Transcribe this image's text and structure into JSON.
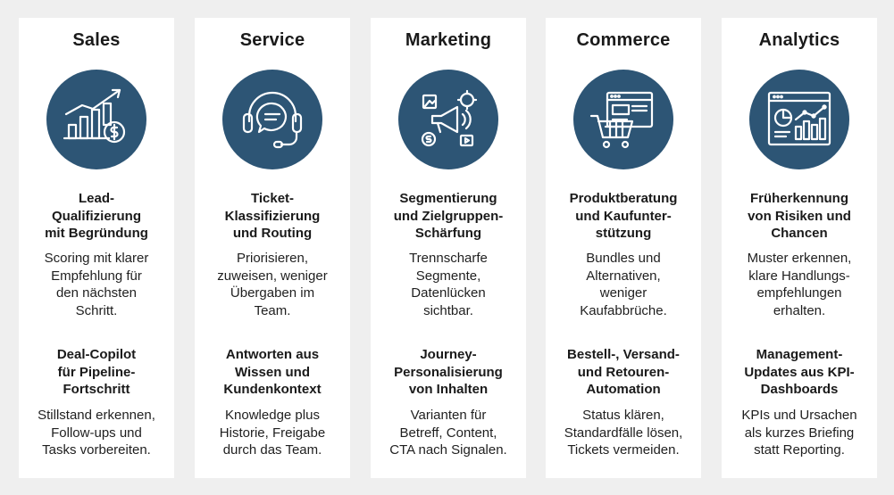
{
  "columns": [
    {
      "name": "Sales",
      "icon": "sales-growth-chart-icon",
      "features": [
        {
          "title": "Lead-\nQualifizierung\nmit Begründung",
          "desc": "Scoring mit klarer\nEmpfehlung für\nden nächsten\nSchritt."
        },
        {
          "title": "Deal-Copilot\nfür Pipeline-\nFortschritt",
          "desc": "Stillstand erkennen,\nFollow-ups und\nTasks vorbereiten."
        }
      ]
    },
    {
      "name": "Service",
      "icon": "headset-chat-icon",
      "features": [
        {
          "title": "Ticket-\nKlassifizierung\nund Routing",
          "desc": "Priorisieren,\nzuweisen, weniger\nÜbergaben im\nTeam."
        },
        {
          "title": "Antworten aus\nWissen und\nKundenkontext",
          "desc": "Knowledge plus\nHistorie, Freigabe\ndurch das Team."
        }
      ]
    },
    {
      "name": "Marketing",
      "icon": "megaphone-media-icon",
      "features": [
        {
          "title": "Segmentierung\nund Zielgruppen-\nSchärfung",
          "desc": "Trennscharfe\nSegmente,\nDatenlücken\nsichtbar."
        },
        {
          "title": "Journey-\nPersonalisierung\nvon Inhalten",
          "desc": "Varianten für\nBetreff, Content,\nCTA nach Signalen."
        }
      ]
    },
    {
      "name": "Commerce",
      "icon": "shopping-cart-browser-icon",
      "features": [
        {
          "title": "Produktberatung\nund Kaufunter-\nstützung",
          "desc": "Bundles und\nAlternativen,\nweniger\nKaufabbrüche."
        },
        {
          "title": "Bestell-, Versand-\nund Retouren-\nAutomation",
          "desc": "Status klären,\nStandardfälle lösen,\nTickets vermeiden."
        }
      ]
    },
    {
      "name": "Analytics",
      "icon": "analytics-dashboard-icon",
      "features": [
        {
          "title": "Früherkennung\nvon Risiken und\nChancen",
          "desc": "Muster erkennen,\nklare Handlungs-\nempfehlungen\nerhalten."
        },
        {
          "title": "Management-\nUpdates aus KPI-\nDashboards",
          "desc": "KPIs und Ursachen\nals kurzes Briefing\nstatt Reporting."
        }
      ]
    }
  ],
  "colors": {
    "background": "#efefef",
    "card": "#ffffff",
    "icon_circle": "#2d5575",
    "icon_stroke": "#ffffff",
    "text": "#1a1a1a"
  }
}
